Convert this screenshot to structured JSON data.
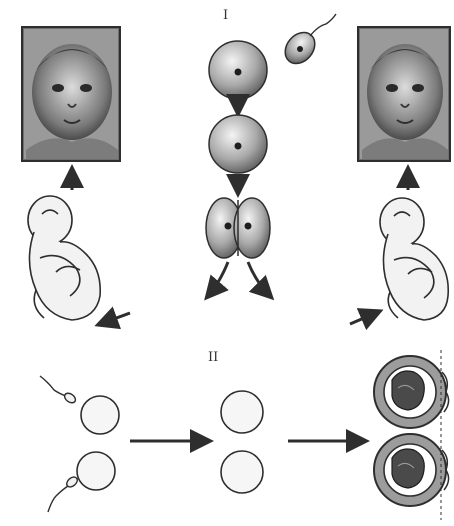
{
  "labels": {
    "section_1": "I",
    "section_2": "II"
  },
  "colors": {
    "ink": "#2e2e2e",
    "cell_fill": "#e8e8e8",
    "shade": "#9a9a9a",
    "dark": "#3a3a3a",
    "paper": "#ffffff"
  },
  "icons": {
    "baby_photo": "baby-portrait-photo",
    "fetus": "curled-fetus-drawing",
    "sperm": "sperm-cell",
    "egg": "egg-cell",
    "zygote": "zygote-cell",
    "two_cell": "two-cell-embryo",
    "blastocyst": "embryo-with-placenta"
  }
}
